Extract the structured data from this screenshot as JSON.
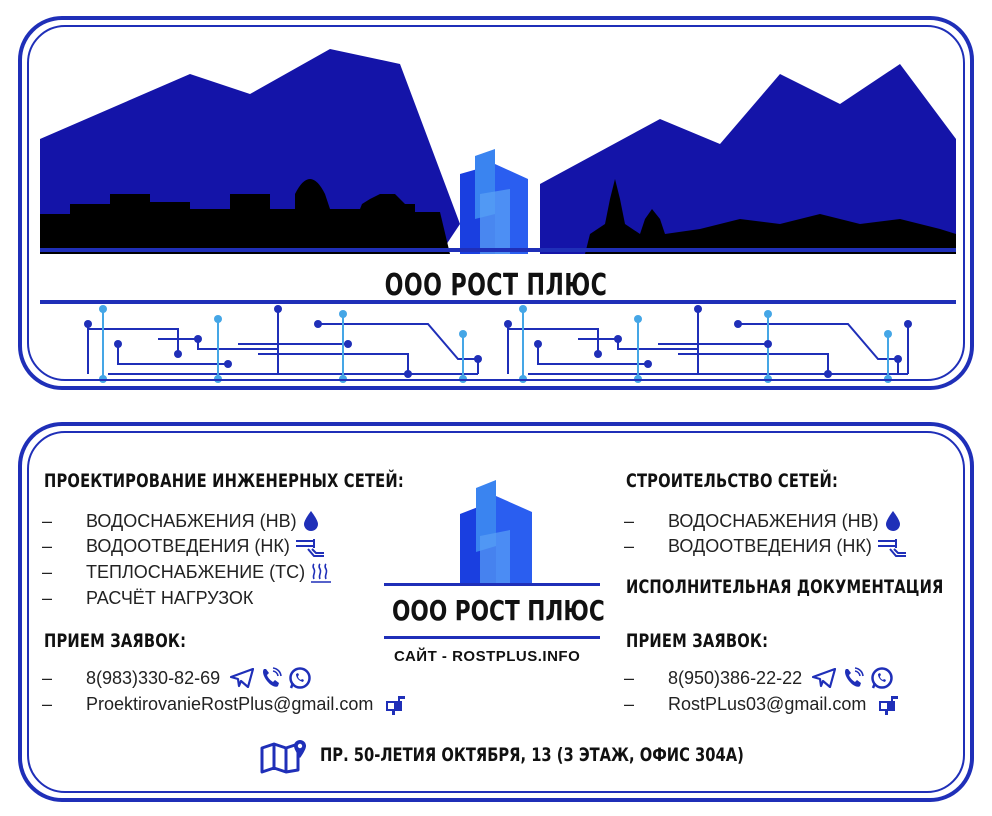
{
  "colors": {
    "brand_blue": "#1f2fb8",
    "light_blue": "#45a6e6",
    "mountain": "#1414a8"
  },
  "top_card": {
    "company_name": "ООО РОСТ ПЛЮС"
  },
  "left": {
    "heading": "ПРОЕКТИРОВАНИЕ ИНЖЕНЕРНЫХ СЕТЕЙ:",
    "services": [
      {
        "dash": "–",
        "label": "ВОДОСНАБЖЕНИЯ (НВ)",
        "icon": "water-drop-icon"
      },
      {
        "dash": "–",
        "label": "ВОДООТВЕДЕНИЯ (НК)",
        "icon": "pipe-flow-icon"
      },
      {
        "dash": "–",
        "label": "ТЕПЛОСНАБЖЕНИЕ (ТС)",
        "icon": "heat-icon"
      },
      {
        "dash": "–",
        "label": "РАСЧЁТ НАГРУЗОК",
        "icon": ""
      }
    ],
    "requests_heading": "ПРИЕМ ЗАЯВОК:",
    "phone": "8(983)330-82-69",
    "email": "ProektirovanieRostPlus@gmail.com"
  },
  "center": {
    "company_name": "ООО РОСТ ПЛЮС",
    "site": "САЙТ - ROSTPLUS.INFO"
  },
  "right": {
    "heading": "СТРОИТЕЛЬСТВО СЕТЕЙ:",
    "services": [
      {
        "dash": "–",
        "label": "ВОДОСНАБЖЕНИЯ (НВ)",
        "icon": "water-drop-icon"
      },
      {
        "dash": "–",
        "label": "ВОДООТВЕДЕНИЯ (НК)",
        "icon": "pipe-flow-icon"
      }
    ],
    "docs_heading": "ИСПОЛНИТЕЛЬНАЯ ДОКУМЕНТАЦИЯ",
    "requests_heading": "ПРИЕМ ЗАЯВОК:",
    "phone": "8(950)386-22-22",
    "email": "RostPLus03@gmail.com"
  },
  "address": "ПР. 50-ЛЕТИЯ ОКТЯБРЯ, 13 (3 ЭТАЖ, ОФИС 304А)"
}
